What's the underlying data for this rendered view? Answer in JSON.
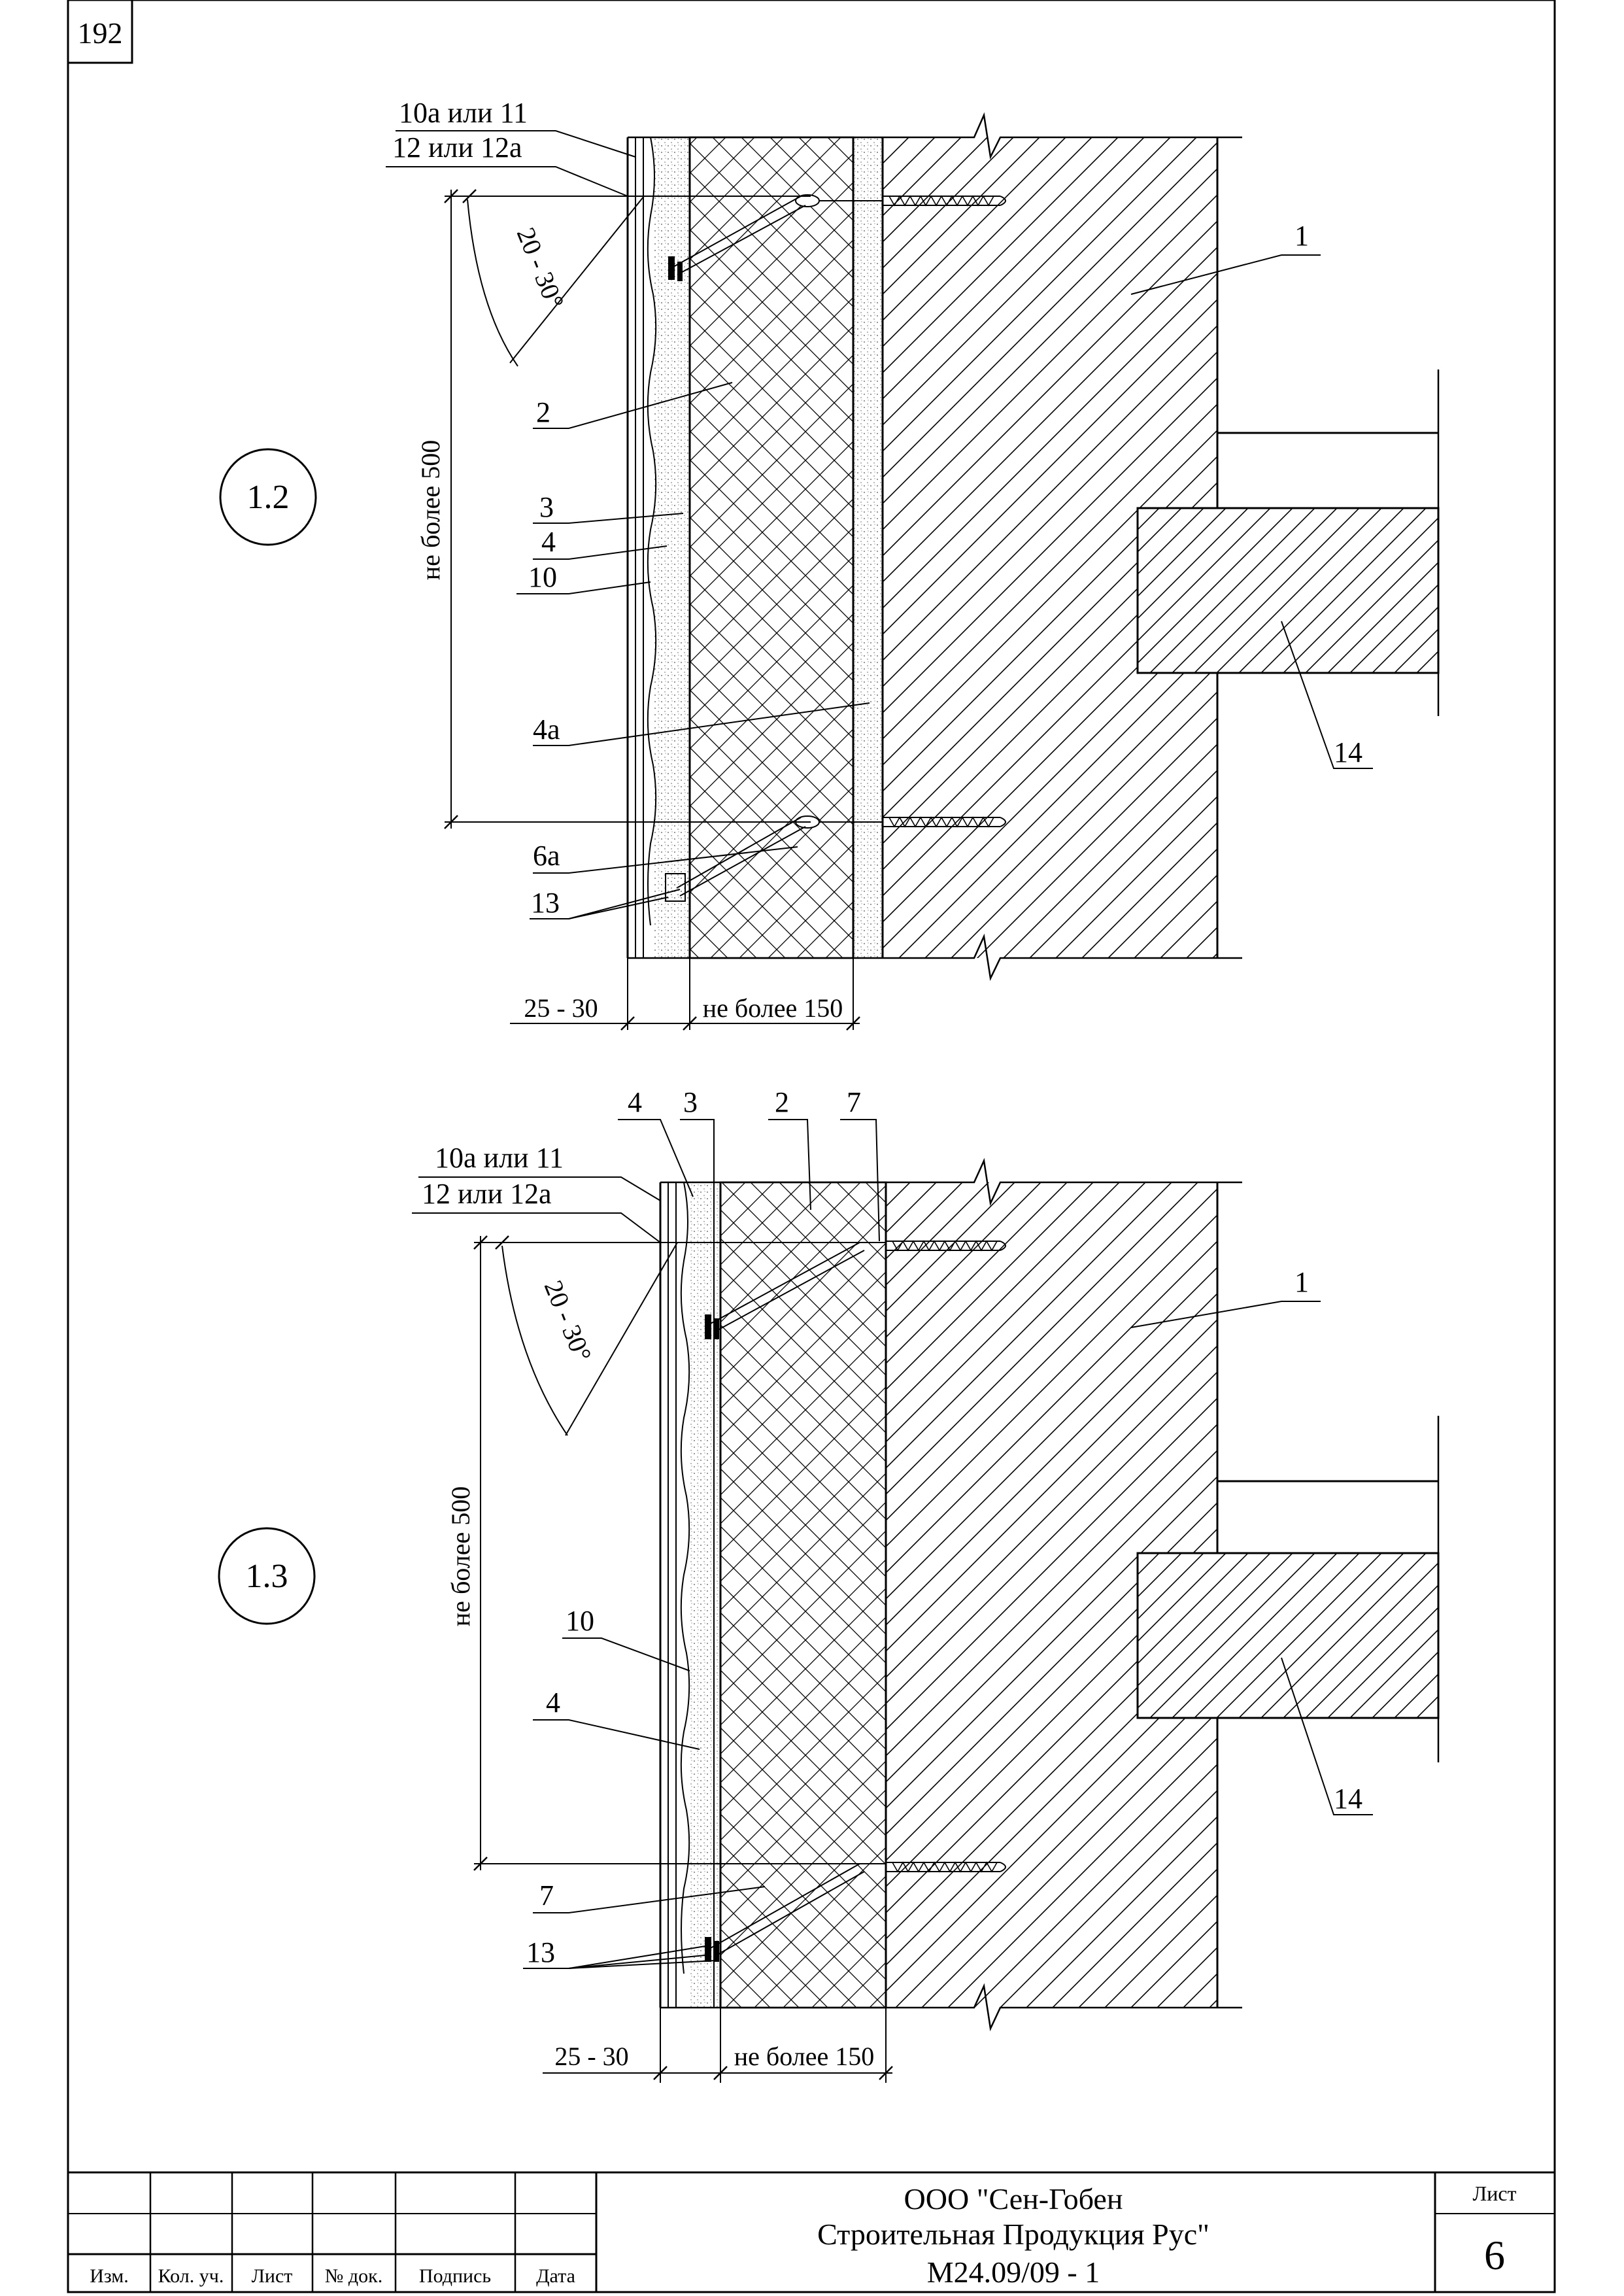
{
  "page_number": "192",
  "detail_a": {
    "marker": "1.2",
    "labels": {
      "l10a": "10а или 11",
      "l12": "12 или 12а",
      "angle": "20 - 30°",
      "l1": "1",
      "l2": "2",
      "l3": "3",
      "l4": "4",
      "l10": "10",
      "l4a": "4а",
      "l6a": "6а",
      "l13": "13",
      "l14": "14"
    },
    "dims": {
      "vertical": "не более 500",
      "gap": "25 - 30",
      "insulation": "не более 150"
    }
  },
  "detail_b": {
    "marker": "1.3",
    "labels": {
      "l4top": "4",
      "l3top": "3",
      "l2top": "2",
      "l7top": "7",
      "l10a": "10а или 11",
      "l12": "12 или 12а",
      "angle": "20 - 30°",
      "l1": "1",
      "l10": "10",
      "l4": "4",
      "l7": "7",
      "l13": "13",
      "l14": "14"
    },
    "dims": {
      "vertical": "не более 500",
      "gap": "25 - 30",
      "insulation": "не более 150"
    }
  },
  "title_block": {
    "headers": {
      "izm": "Изм.",
      "kol": "Кол. уч.",
      "list": "Лист",
      "doc": "№ док.",
      "sign": "Подпись",
      "date": "Дата"
    },
    "company_line1": "ООО \"Сен-Гобен",
    "company_line2": "Строительная Продукция Рус\"",
    "doc_code": "М24.09/09 - 1",
    "sheet_label": "Лист",
    "sheet_number": "6"
  }
}
